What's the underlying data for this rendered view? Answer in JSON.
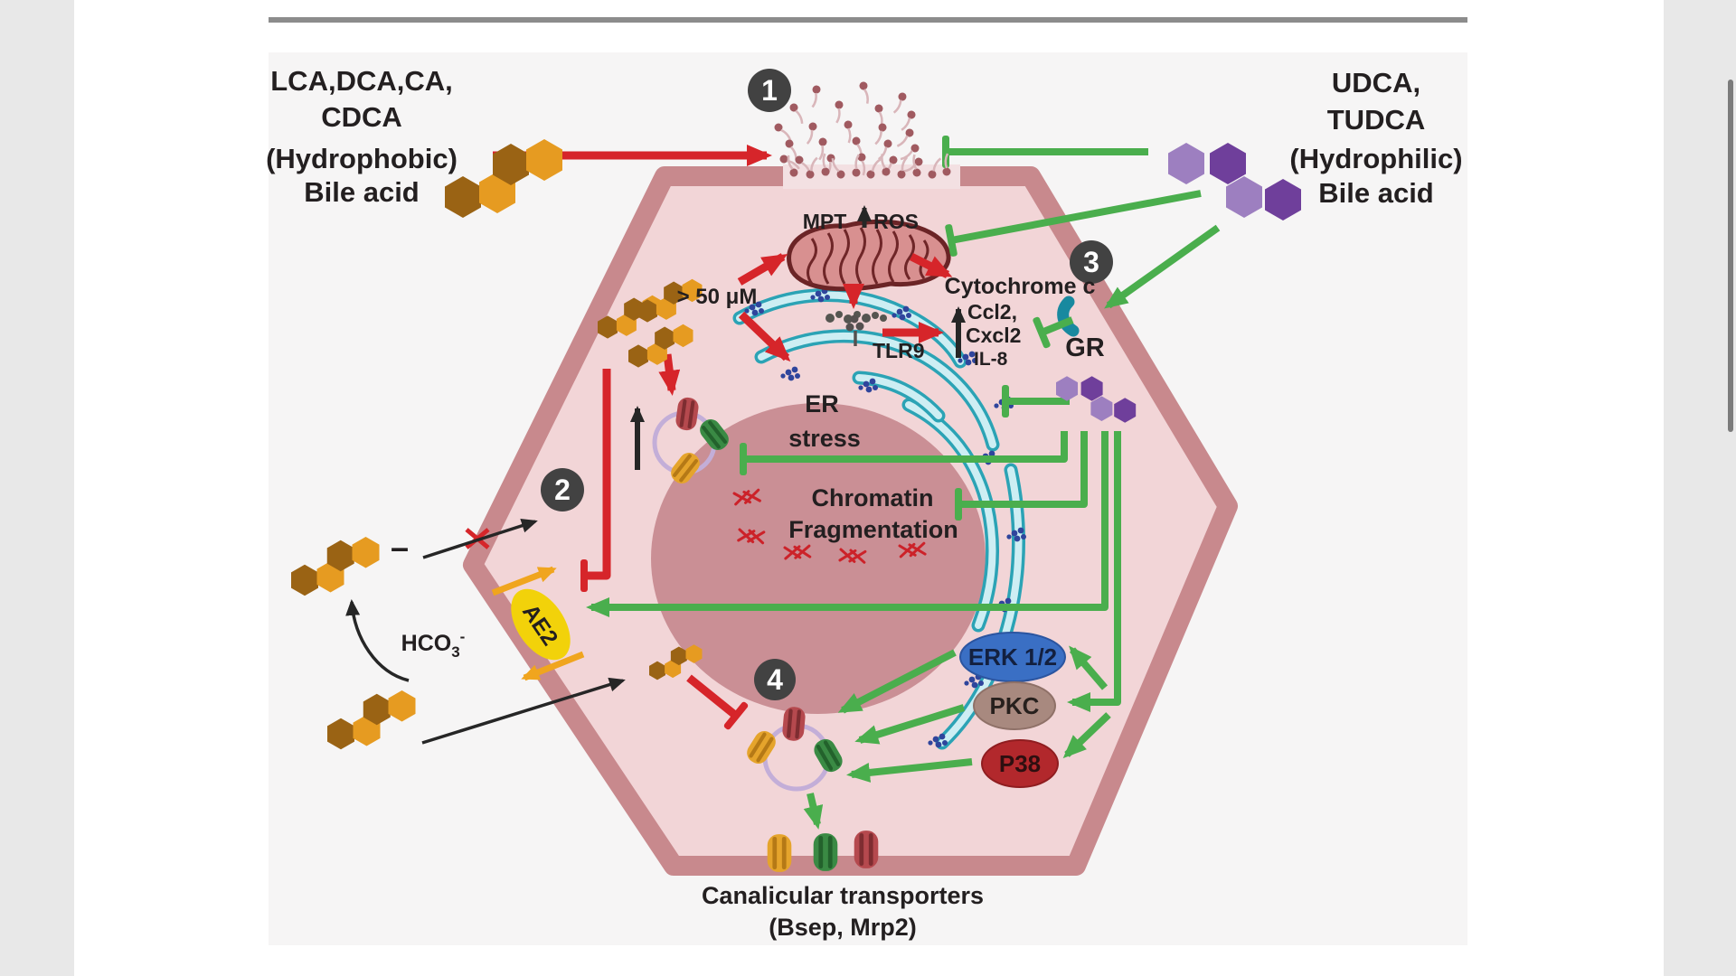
{
  "figure": {
    "hydrophobic_label": {
      "line1": "LCA,DCA,CA,",
      "line2": "CDCA",
      "line3": "(Hydrophobic)",
      "line4": "Bile acid"
    },
    "hydrophilic_label": {
      "line1": "UDCA,",
      "line2": "TUDCA",
      "line3": "(Hydrophilic)",
      "line4": "Bile acid"
    },
    "steps": {
      "s1": "1",
      "s2": "2",
      "s3": "3",
      "s4": "4"
    },
    "mpt": "MPT",
    "ros": "ROS",
    "cytochrome_c": "Cytochrome c",
    "tlr9": "TLR9",
    "cytokines": {
      "line1": "Ccl2,",
      "line2": "Cxcl2",
      "line3": "IL-8"
    },
    "gr": "GR",
    "er_stress": {
      "line1": "ER",
      "line2": "stress"
    },
    "chromatin": {
      "line1": "Chromatin",
      "line2": "Fragmentation"
    },
    "concentration": "> 50 μM",
    "ae2": "AE2",
    "bicarbonate": {
      "base": "HCO",
      "sub": "3",
      "sup": "-"
    },
    "minus_sign": "–",
    "kinases": {
      "erk": "ERK 1/2",
      "pkc": "PKC",
      "p38": "P38"
    },
    "caption": {
      "line1": "Canalicular transporters",
      "line2": "(Bsep, Mrp2)"
    }
  },
  "colors": {
    "activation_red": "#d6252a",
    "inhibition_green": "#4aae4d",
    "membrane_rose": "#c8898d",
    "cytoplasm_pink": "#f2d5d7",
    "nucleus_mauve": "#ca8f95",
    "ae2_yellow": "#f2d20a",
    "erk_blue": "#3a6fc4",
    "pkc_tan": "#a8897f",
    "p38_red": "#b2282c",
    "hydrophobic_orange": "#e69b21",
    "hydrophobic_brown": "#9a6314",
    "hydrophilic_purple_dark": "#6f3f9b",
    "hydrophilic_purple_light": "#9d7fc0",
    "gr_teal": "#18899f",
    "er_teal": "#2ba3b5",
    "step_circle_gray": "#424242"
  }
}
